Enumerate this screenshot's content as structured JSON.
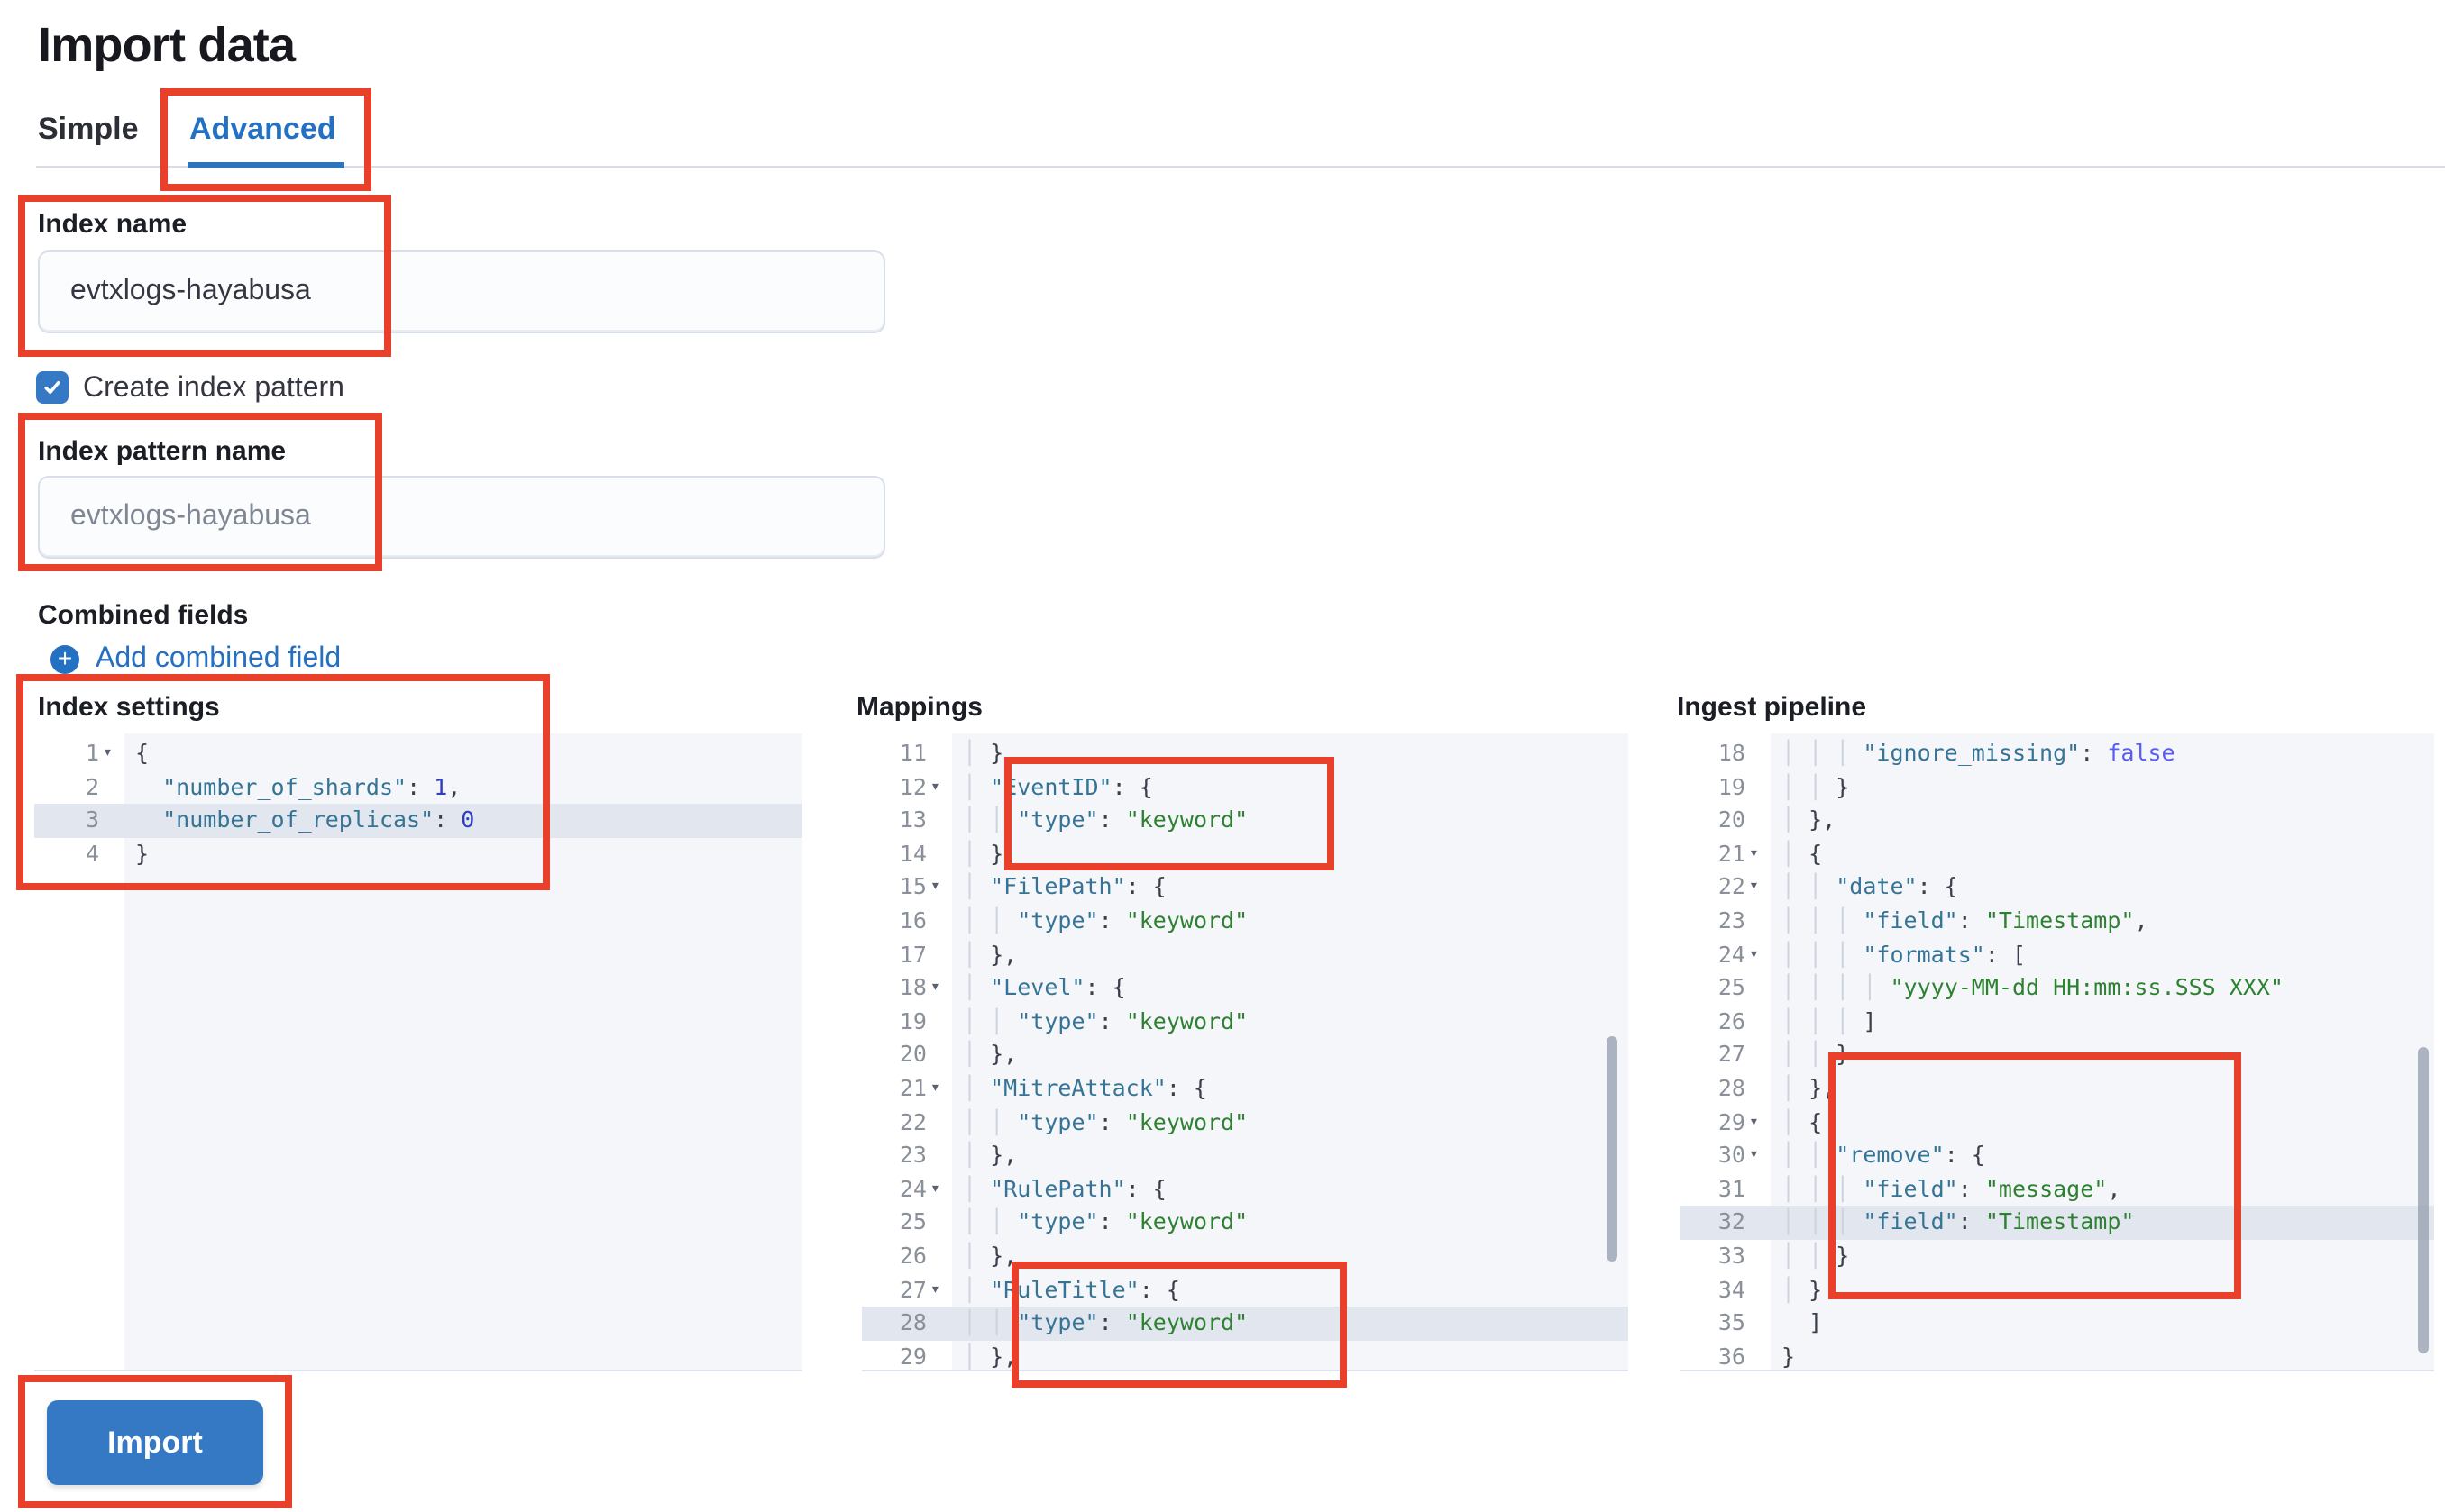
{
  "page": {
    "title": "Import data"
  },
  "tabs": [
    {
      "label": "Simple",
      "active": false
    },
    {
      "label": "Advanced",
      "active": true
    }
  ],
  "form": {
    "index_name": {
      "label": "Index name",
      "value": "evtxlogs-hayabusa"
    },
    "create_index_pattern": {
      "label": "Create index pattern",
      "checked": true
    },
    "index_pattern_name": {
      "label": "Index pattern name",
      "placeholder": "evtxlogs-hayabusa"
    },
    "combined_fields": {
      "label": "Combined fields",
      "add_link": "Add combined field"
    }
  },
  "import_button": "Import",
  "colors": {
    "annotation": "#e8402a",
    "primary_button": "#3579c4",
    "tab_active": "#2470c2",
    "link": "#2470c2",
    "checkbox": "#3579c4",
    "code_key": "#367496",
    "code_string": "#2f8132",
    "code_number": "#2e3dc0",
    "code_boolean": "#585cf6",
    "editor_bg": "#f4f6fa",
    "active_line": "#e2e7ef"
  },
  "editors": [
    {
      "id": "index-settings",
      "label": "Index settings",
      "lines": [
        {
          "n": 1,
          "fold": true,
          "g": 0,
          "i": 0,
          "t": [
            [
              "p",
              "{"
            ]
          ]
        },
        {
          "n": 2,
          "g": 0,
          "i": 1,
          "t": [
            [
              "k",
              "\"number_of_shards\""
            ],
            [
              "p",
              ": "
            ],
            [
              "n",
              "1"
            ],
            [
              "p",
              ","
            ]
          ]
        },
        {
          "n": 3,
          "hl": true,
          "g": 0,
          "i": 1,
          "t": [
            [
              "k",
              "\"number_of_replicas\""
            ],
            [
              "p",
              ": "
            ],
            [
              "n",
              "0"
            ]
          ]
        },
        {
          "n": 4,
          "g": 0,
          "i": 0,
          "t": [
            [
              "p",
              "}"
            ]
          ]
        }
      ]
    },
    {
      "id": "mappings",
      "label": "Mappings",
      "lines": [
        {
          "n": 11,
          "g": 1,
          "t": [
            [
              "p",
              "},"
            ]
          ]
        },
        {
          "n": 12,
          "fold": true,
          "g": 1,
          "t": [
            [
              "k",
              "\"EventID\""
            ],
            [
              "p",
              ": {"
            ]
          ]
        },
        {
          "n": 13,
          "g": 2,
          "t": [
            [
              "k",
              "\"type\""
            ],
            [
              "p",
              ": "
            ],
            [
              "s",
              "\"keyword\""
            ]
          ]
        },
        {
          "n": 14,
          "g": 1,
          "t": [
            [
              "p",
              "},"
            ]
          ]
        },
        {
          "n": 15,
          "fold": true,
          "g": 1,
          "t": [
            [
              "k",
              "\"FilePath\""
            ],
            [
              "p",
              ": {"
            ]
          ]
        },
        {
          "n": 16,
          "g": 2,
          "t": [
            [
              "k",
              "\"type\""
            ],
            [
              "p",
              ": "
            ],
            [
              "s",
              "\"keyword\""
            ]
          ]
        },
        {
          "n": 17,
          "g": 1,
          "t": [
            [
              "p",
              "},"
            ]
          ]
        },
        {
          "n": 18,
          "fold": true,
          "g": 1,
          "t": [
            [
              "k",
              "\"Level\""
            ],
            [
              "p",
              ": {"
            ]
          ]
        },
        {
          "n": 19,
          "g": 2,
          "t": [
            [
              "k",
              "\"type\""
            ],
            [
              "p",
              ": "
            ],
            [
              "s",
              "\"keyword\""
            ]
          ]
        },
        {
          "n": 20,
          "g": 1,
          "t": [
            [
              "p",
              "},"
            ]
          ]
        },
        {
          "n": 21,
          "fold": true,
          "g": 1,
          "t": [
            [
              "k",
              "\"MitreAttack\""
            ],
            [
              "p",
              ": {"
            ]
          ]
        },
        {
          "n": 22,
          "g": 2,
          "t": [
            [
              "k",
              "\"type\""
            ],
            [
              "p",
              ": "
            ],
            [
              "s",
              "\"keyword\""
            ]
          ]
        },
        {
          "n": 23,
          "g": 1,
          "t": [
            [
              "p",
              "},"
            ]
          ]
        },
        {
          "n": 24,
          "fold": true,
          "g": 1,
          "t": [
            [
              "k",
              "\"RulePath\""
            ],
            [
              "p",
              ": {"
            ]
          ]
        },
        {
          "n": 25,
          "g": 2,
          "t": [
            [
              "k",
              "\"type\""
            ],
            [
              "p",
              ": "
            ],
            [
              "s",
              "\"keyword\""
            ]
          ]
        },
        {
          "n": 26,
          "g": 1,
          "t": [
            [
              "p",
              "},"
            ]
          ]
        },
        {
          "n": 27,
          "fold": true,
          "g": 1,
          "t": [
            [
              "k",
              "\"RuleTitle\""
            ],
            [
              "p",
              ": {"
            ]
          ]
        },
        {
          "n": 28,
          "hl": true,
          "g": 2,
          "t": [
            [
              "k",
              "\"type\""
            ],
            [
              "p",
              ": "
            ],
            [
              "s",
              "\"keyword\""
            ]
          ]
        },
        {
          "n": 29,
          "g": 1,
          "t": [
            [
              "p",
              "},"
            ]
          ]
        }
      ]
    },
    {
      "id": "ingest-pipeline",
      "label": "Ingest pipeline",
      "lines": [
        {
          "n": 18,
          "g": 3,
          "t": [
            [
              "k",
              "\"ignore_missing\""
            ],
            [
              "p",
              ": "
            ],
            [
              "b",
              "false"
            ]
          ]
        },
        {
          "n": 19,
          "g": 2,
          "t": [
            [
              "p",
              "}"
            ]
          ]
        },
        {
          "n": 20,
          "g": 1,
          "t": [
            [
              "p",
              "},"
            ]
          ]
        },
        {
          "n": 21,
          "fold": true,
          "g": 1,
          "t": [
            [
              "p",
              "{"
            ]
          ]
        },
        {
          "n": 22,
          "fold": true,
          "g": 2,
          "t": [
            [
              "k",
              "\"date\""
            ],
            [
              "p",
              ": {"
            ]
          ]
        },
        {
          "n": 23,
          "g": 3,
          "t": [
            [
              "k",
              "\"field\""
            ],
            [
              "p",
              ": "
            ],
            [
              "s",
              "\"Timestamp\""
            ],
            [
              "p",
              ","
            ]
          ]
        },
        {
          "n": 24,
          "fold": true,
          "g": 3,
          "t": [
            [
              "k",
              "\"formats\""
            ],
            [
              "p",
              ": ["
            ]
          ]
        },
        {
          "n": 25,
          "g": 4,
          "t": [
            [
              "s",
              "\"yyyy-MM-dd HH:mm:ss.SSS XXX\""
            ]
          ]
        },
        {
          "n": 26,
          "g": 3,
          "t": [
            [
              "p",
              "]"
            ]
          ]
        },
        {
          "n": 27,
          "g": 2,
          "t": [
            [
              "p",
              "}"
            ]
          ]
        },
        {
          "n": 28,
          "g": 1,
          "t": [
            [
              "p",
              "},"
            ]
          ]
        },
        {
          "n": 29,
          "fold": true,
          "g": 1,
          "t": [
            [
              "p",
              "{"
            ]
          ]
        },
        {
          "n": 30,
          "fold": true,
          "g": 2,
          "t": [
            [
              "k",
              "\"remove\""
            ],
            [
              "p",
              ": {"
            ]
          ]
        },
        {
          "n": 31,
          "g": 3,
          "t": [
            [
              "k",
              "\"field\""
            ],
            [
              "p",
              ": "
            ],
            [
              "s",
              "\"message\""
            ],
            [
              "p",
              ","
            ]
          ]
        },
        {
          "n": 32,
          "hl": true,
          "g": 3,
          "t": [
            [
              "k",
              "\"field\""
            ],
            [
              "p",
              ": "
            ],
            [
              "s",
              "\"Timestamp\""
            ]
          ]
        },
        {
          "n": 33,
          "g": 2,
          "t": [
            [
              "p",
              "}"
            ]
          ]
        },
        {
          "n": 34,
          "g": 1,
          "t": [
            [
              "p",
              "}"
            ]
          ]
        },
        {
          "n": 35,
          "g": 0,
          "i": 1,
          "t": [
            [
              "p",
              "]"
            ]
          ]
        },
        {
          "n": 36,
          "g": 0,
          "i": 0,
          "t": [
            [
              "p",
              "}"
            ]
          ]
        }
      ]
    }
  ]
}
